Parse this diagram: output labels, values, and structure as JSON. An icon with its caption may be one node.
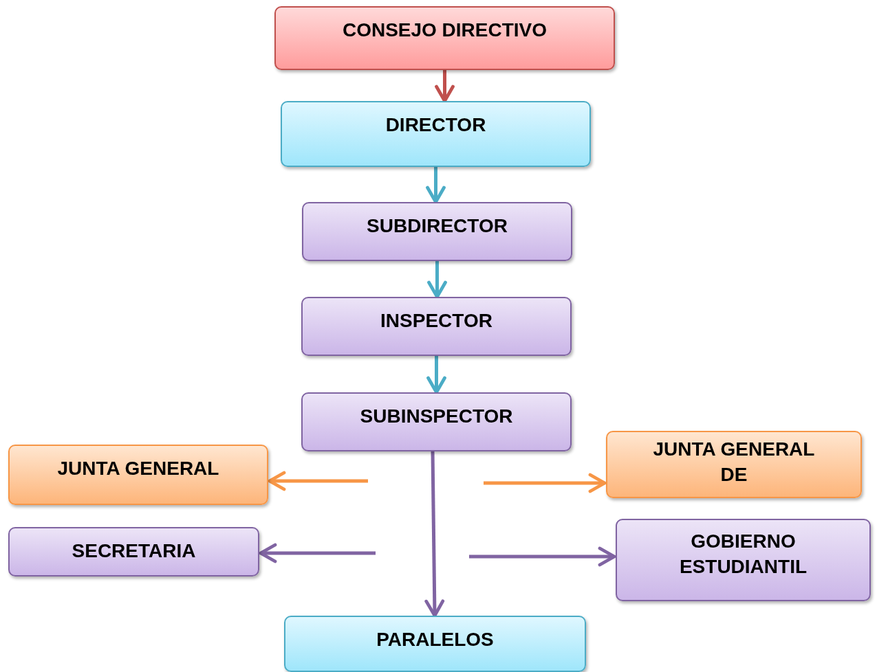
{
  "diagram": {
    "nodes": [
      {
        "text": [
          "CONSEJO DIRECTIVO"
        ]
      },
      {
        "text": [
          "DIRECTOR"
        ]
      },
      {
        "text": [
          "SUBDIRECTOR"
        ]
      },
      {
        "text": [
          "INSPECTOR"
        ]
      },
      {
        "text": [
          "SUBINSPECTOR"
        ]
      },
      {
        "text": [
          "JUNTA GENERAL"
        ]
      },
      {
        "text": [
          "JUNTA GENERAL DE"
        ]
      },
      {
        "text": [
          "SECRETARIA"
        ]
      },
      {
        "text": [
          "GOBIERNO ESTUDIANTIL"
        ]
      },
      {
        "text": [
          "PARALELOS"
        ]
      }
    ],
    "edges": [
      {
        "from": 0,
        "to": 1,
        "arrow": "to",
        "color": "#c0504d"
      },
      {
        "from": 1,
        "to": 2,
        "arrow": "to",
        "color": "#4bacc6"
      },
      {
        "from": 2,
        "to": 3,
        "arrow": "to",
        "color": "#4bacc6"
      },
      {
        "from": 3,
        "to": 4,
        "arrow": "to",
        "color": "#4bacc6"
      },
      {
        "from": 4,
        "to": 9,
        "arrow": "to",
        "color": "#8064a2"
      },
      {
        "from": null,
        "to": 5,
        "arrow": "to",
        "color": "#f79646"
      },
      {
        "from": null,
        "to": 6,
        "arrow": "to",
        "color": "#f79646"
      },
      {
        "from": null,
        "to": 7,
        "arrow": "to",
        "color": "#8064a2"
      },
      {
        "from": null,
        "to": 8,
        "arrow": "to",
        "color": "#8064a2"
      }
    ]
  }
}
